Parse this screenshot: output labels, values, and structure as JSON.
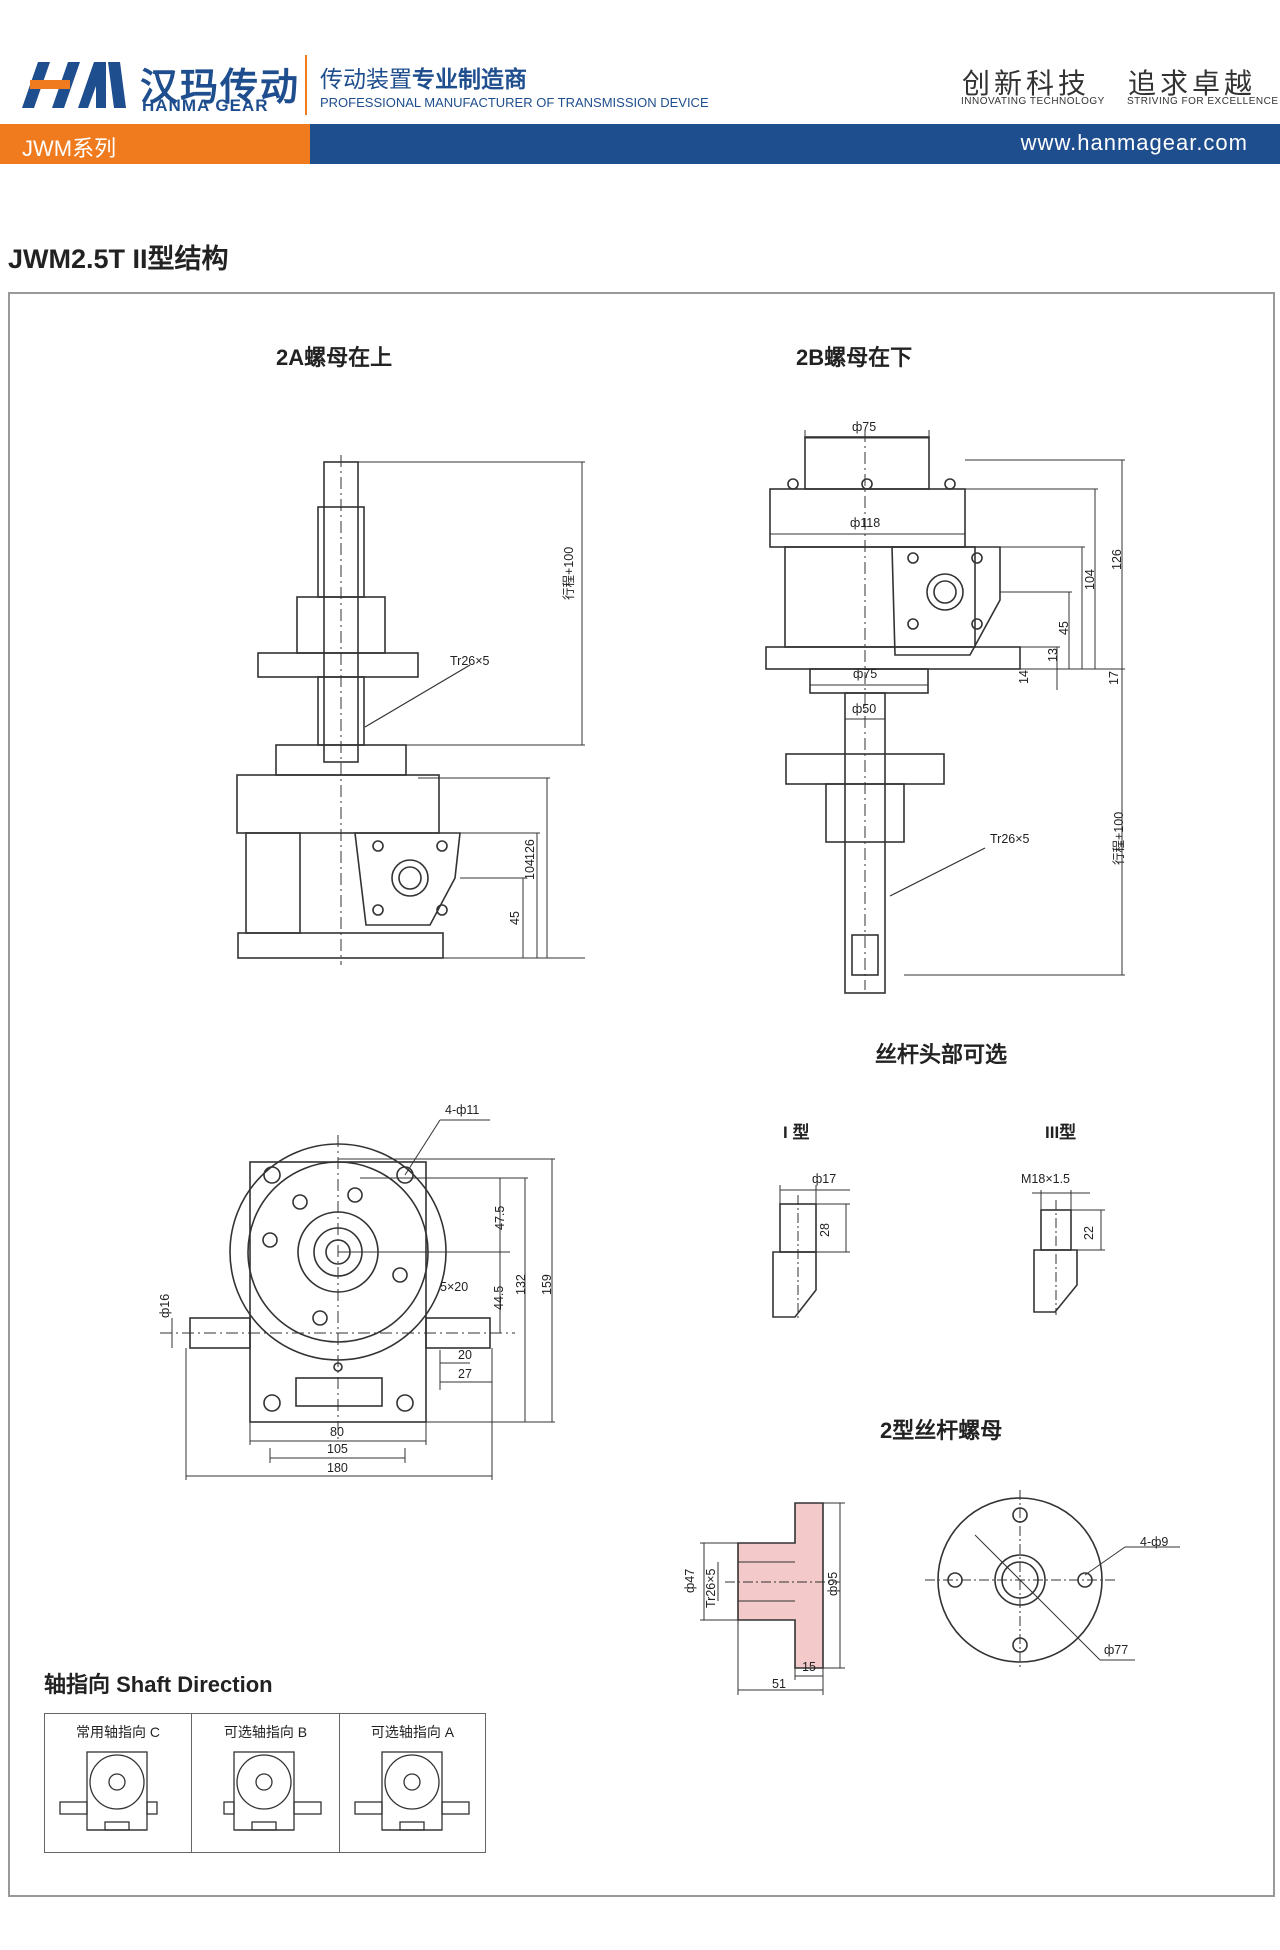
{
  "header": {
    "brand_cn": "汉玛传动",
    "brand_en": "HANMA GEAR",
    "tagline_cn_normal": "传动装置",
    "tagline_cn_bold": "专业制造商",
    "tagline_en": "PROFESSIONAL MANUFACTURER OF TRANSMISSION DEVICE",
    "slogan1_cn": "创新科技",
    "slogan1_en": "INNOVATING TECHNOLOGY",
    "slogan2_cn": "追求卓越",
    "slogan2_en": "STRIVING FOR EXCELLENCE",
    "series": "JWM系列",
    "website": "www.hanmagear.com",
    "colors": {
      "orange": "#f07a1e",
      "blue": "#1f4e8e"
    }
  },
  "page_title": "JWM2.5T II型结构",
  "drawing": {
    "view_2a": {
      "title": "2A螺母在上",
      "labels": {
        "stroke": "行程+100",
        "thread": "Tr26×5",
        "h126": "126",
        "h104": "104",
        "h45": "45"
      }
    },
    "view_2b": {
      "title": "2B螺母在下",
      "labels": {
        "d75_top": "ф75",
        "d118": "ф118",
        "h126": "126",
        "h104": "104",
        "h45": "45",
        "h13": "13",
        "h14": "14",
        "h17": "17",
        "d75_bot": "ф75",
        "d50": "ф50",
        "thread": "Tr26×5",
        "stroke": "行程+100"
      }
    },
    "view_front": {
      "labels": {
        "holes": "4-ф11",
        "d16": "ф16",
        "h47_5": "47.5",
        "h44_5": "44.5",
        "h132": "132",
        "h159": "159",
        "key": "5×20",
        "l20": "20",
        "l27": "27",
        "w80": "80",
        "w105": "105",
        "w180": "180"
      }
    },
    "screw_head": {
      "title": "丝杆头部可选",
      "type1": {
        "title": "I 型",
        "dia": "ф17",
        "len": "28"
      },
      "type3": {
        "title": "III型",
        "thread": "M18×1.5",
        "len": "22"
      }
    },
    "nut": {
      "title": "2型丝杆螺母",
      "labels": {
        "d47": "ф47",
        "thread": "Tr26×5",
        "d95": "ф95",
        "t15": "15",
        "l51": "51",
        "holes": "4-ф9",
        "pcd": "ф77"
      }
    },
    "shaft_direction": {
      "title": "轴指向 Shaft Direction",
      "options": [
        "常用轴指向 C",
        "可选轴指向 B",
        "可选轴指向 A"
      ]
    }
  }
}
